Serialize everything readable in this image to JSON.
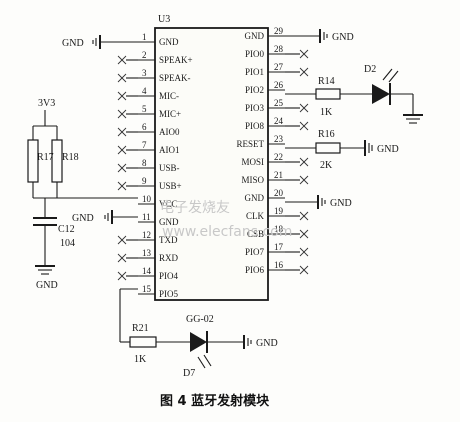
{
  "chip": {
    "ref": "U3",
    "left_pins": [
      {
        "num": "1",
        "name": "GND"
      },
      {
        "num": "2",
        "name": "SPEAK+"
      },
      {
        "num": "3",
        "name": "SPEAK-"
      },
      {
        "num": "4",
        "name": "MIC-"
      },
      {
        "num": "5",
        "name": "MIC+"
      },
      {
        "num": "6",
        "name": "AIO0"
      },
      {
        "num": "7",
        "name": "AIO1"
      },
      {
        "num": "8",
        "name": "USB-"
      },
      {
        "num": "9",
        "name": "USB+"
      },
      {
        "num": "10",
        "name": "VCC"
      },
      {
        "num": "11",
        "name": "GND"
      },
      {
        "num": "12",
        "name": "TXD"
      },
      {
        "num": "13",
        "name": "RXD"
      },
      {
        "num": "14",
        "name": "PIO4"
      },
      {
        "num": "15",
        "name": "PIO5"
      }
    ],
    "right_pins": [
      {
        "num": "29",
        "name": "GND"
      },
      {
        "num": "28",
        "name": "PIO0"
      },
      {
        "num": "27",
        "name": "PIO1"
      },
      {
        "num": "26",
        "name": "PIO2"
      },
      {
        "num": "25",
        "name": "PIO3"
      },
      {
        "num": "24",
        "name": "PIO8"
      },
      {
        "num": "23",
        "name": "RESET"
      },
      {
        "num": "22",
        "name": "MOSI"
      },
      {
        "num": "21",
        "name": "MISO"
      },
      {
        "num": "20",
        "name": "GND"
      },
      {
        "num": "19",
        "name": "CLK"
      },
      {
        "num": "18",
        "name": "CSB"
      },
      {
        "num": "17",
        "name": "PIO7"
      },
      {
        "num": "16",
        "name": "PIO6"
      }
    ]
  },
  "labels": {
    "gnd": "GND",
    "v33": "3V3",
    "r17": "R17",
    "r18": "R18",
    "c12": "C12",
    "c12_val": "104",
    "r14": "R14",
    "r14_val": "1K",
    "r16": "R16",
    "r16_val": "2K",
    "d2": "D2",
    "r21": "R21",
    "r21_val": "1K",
    "gg02": "GG-02",
    "d7": "D7"
  },
  "watermark": {
    "cn": "电子发烧友",
    "url": "www.elecfans.com"
  },
  "caption": "图 4  蓝牙发射模块"
}
